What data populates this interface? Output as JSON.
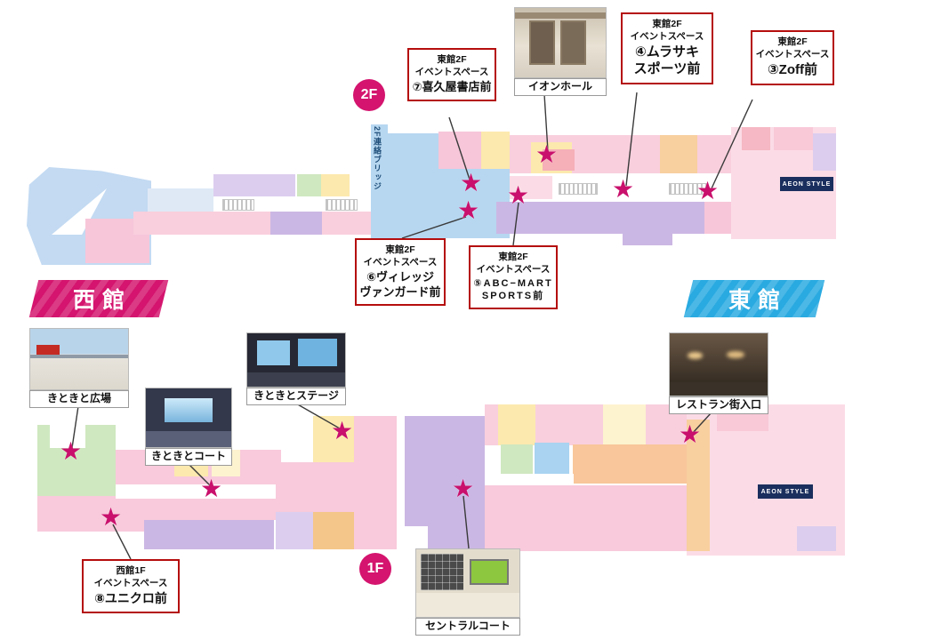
{
  "floor_badges": {
    "second": "2F",
    "first": "1F"
  },
  "banners": {
    "west": "西館",
    "east": "東館"
  },
  "map_labels": {
    "bridge": "2F連絡ブリッジ",
    "aeon_style": "AEON STYLE"
  },
  "marker_glyph": "★",
  "callouts": {
    "c7": {
      "building": "東館2F",
      "space": "イベントスペース",
      "name": "⑦喜久屋書店前"
    },
    "c4": {
      "building": "東館2F",
      "space": "イベントスペース",
      "name": "④ムラサキ",
      "name2": "スポーツ前"
    },
    "c3": {
      "building": "東館2F",
      "space": "イベントスペース",
      "name": "③Zoff前"
    },
    "c6": {
      "building": "東館2F",
      "space": "イベントスペース",
      "name": "⑥ヴィレッジ",
      "name2": "ヴァンガード前"
    },
    "c5": {
      "building": "東館2F",
      "space": "イベントスペース",
      "name": "⑤ABC−MART",
      "name2": "SPORTS前"
    },
    "c8": {
      "building": "西館1F",
      "space": "イベントスペース",
      "name": "⑧ユニクロ前"
    }
  },
  "photos": {
    "ion_hall": "イオンホール",
    "kitokito_hiroba": "きときと広場",
    "kitokito_court": "きときとコート",
    "kitokito_stage": "きときとステージ",
    "restaurant_entrance": "レストラン街入口",
    "central_court": "セントラルコート"
  },
  "colors": {
    "accent_magenta": "#d4146e",
    "accent_blue": "#29aae1",
    "callout_border": "#b50d0d",
    "star": "#c9106c",
    "aeon_navy": "#1b2f5e"
  }
}
